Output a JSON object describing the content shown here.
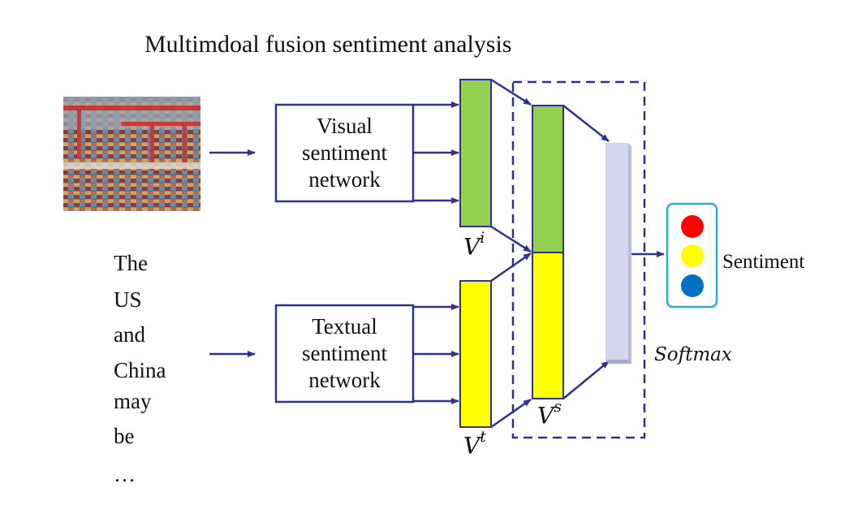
{
  "title": "Multimdoal fusion sentiment analysis",
  "visual_network": {
    "line1": "Visual",
    "line2": "sentiment",
    "line3": "network"
  },
  "textual_network": {
    "line1": "Textual",
    "line2": "sentiment",
    "line3": "network"
  },
  "input_text_lines": [
    "The",
    "US",
    "and",
    "China",
    "may",
    "be",
    "…"
  ],
  "vectors": {
    "visual": {
      "base": "V",
      "sup": "i"
    },
    "textual": {
      "base": "V",
      "sup": "t"
    },
    "fused": {
      "base": "V",
      "sup": "s"
    }
  },
  "softmax_label": "Softmax",
  "output_label": "Sentiment",
  "colors": {
    "arrow": "#2e3192",
    "visual_vector": "#92d050",
    "textual_vector": "#ffff00",
    "softmax_layer": "#d4d4ee",
    "output_border": "#29abe2",
    "dot_negative": "#ff0000",
    "dot_neutral": "#ffff00",
    "dot_positive": "#0070c0"
  },
  "image_icon": "port-containers-photo"
}
